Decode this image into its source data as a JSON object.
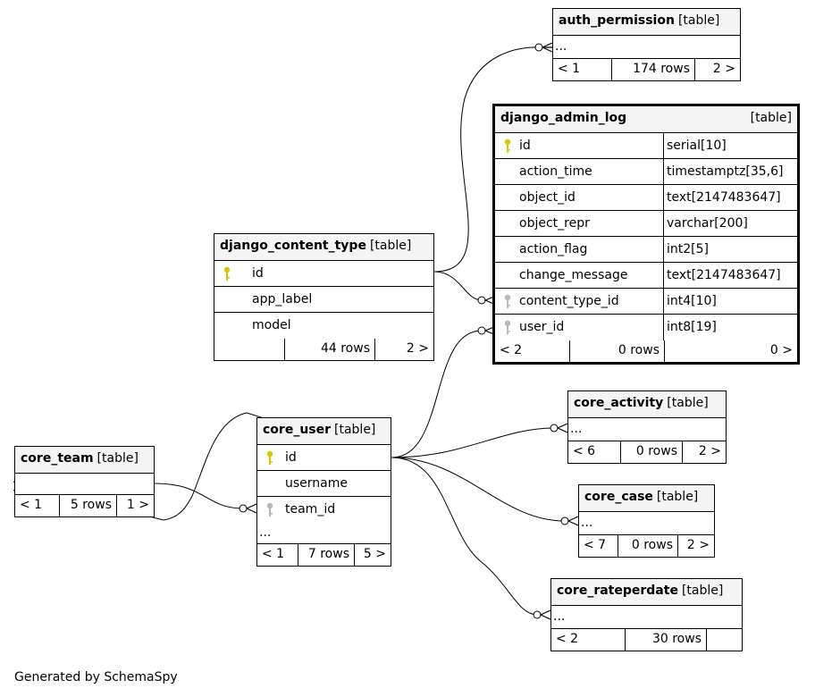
{
  "diagram": {
    "footer": "Generated by SchemaSpy",
    "colors": {
      "primary_key": "#d4c800",
      "foreign_key": "#b8b8b8",
      "header_bg": "#f4f4f4"
    }
  },
  "tables": {
    "auth_permission": {
      "name": "auth_permission",
      "type": "[table]",
      "ellipsis": "...",
      "parents": "< 1",
      "rows": "174 rows",
      "children": "2 >"
    },
    "django_admin_log": {
      "name": "django_admin_log",
      "type": "[table]",
      "columns": [
        {
          "name": "id",
          "dtype": "serial[10]",
          "key": "primary"
        },
        {
          "name": "action_time",
          "dtype": "timestamptz[35,6]",
          "key": ""
        },
        {
          "name": "object_id",
          "dtype": "text[2147483647]",
          "key": ""
        },
        {
          "name": "object_repr",
          "dtype": "varchar[200]",
          "key": ""
        },
        {
          "name": "action_flag",
          "dtype": "int2[5]",
          "key": ""
        },
        {
          "name": "change_message",
          "dtype": "text[2147483647]",
          "key": ""
        },
        {
          "name": "content_type_id",
          "dtype": "int4[10]",
          "key": "foreign"
        },
        {
          "name": "user_id",
          "dtype": "int8[19]",
          "key": "foreign"
        }
      ],
      "parents": "< 2",
      "rows": "0 rows",
      "children": "0 >"
    },
    "django_content_type": {
      "name": "django_content_type",
      "type": "[table]",
      "columns": [
        {
          "name": "id",
          "key": "primary"
        },
        {
          "name": "app_label",
          "key": ""
        },
        {
          "name": "model",
          "key": ""
        }
      ],
      "parents": "",
      "rows": "44 rows",
      "children": "2 >"
    },
    "core_activity": {
      "name": "core_activity",
      "type": "[table]",
      "ellipsis": "...",
      "parents": "< 6",
      "rows": "0 rows",
      "children": "2 >"
    },
    "core_user": {
      "name": "core_user",
      "type": "[table]",
      "columns": [
        {
          "name": "id",
          "key": "primary"
        },
        {
          "name": "username",
          "key": ""
        },
        {
          "name": "team_id",
          "key": "foreign"
        }
      ],
      "ellipsis": "...",
      "parents": "< 1",
      "rows": "7 rows",
      "children": "5 >"
    },
    "core_team": {
      "name": "core_team",
      "type": "[table]",
      "ellipsis": "",
      "parents": "< 1",
      "rows": "5 rows",
      "children": "1 >"
    },
    "core_case": {
      "name": "core_case",
      "type": "[table]",
      "ellipsis": "...",
      "parents": "< 7",
      "rows": "0 rows",
      "children": "2 >"
    },
    "core_rateperdate": {
      "name": "core_rateperdate",
      "type": "[table]",
      "ellipsis": "...",
      "parents": "< 2",
      "rows": "30 rows",
      "children": ""
    }
  }
}
